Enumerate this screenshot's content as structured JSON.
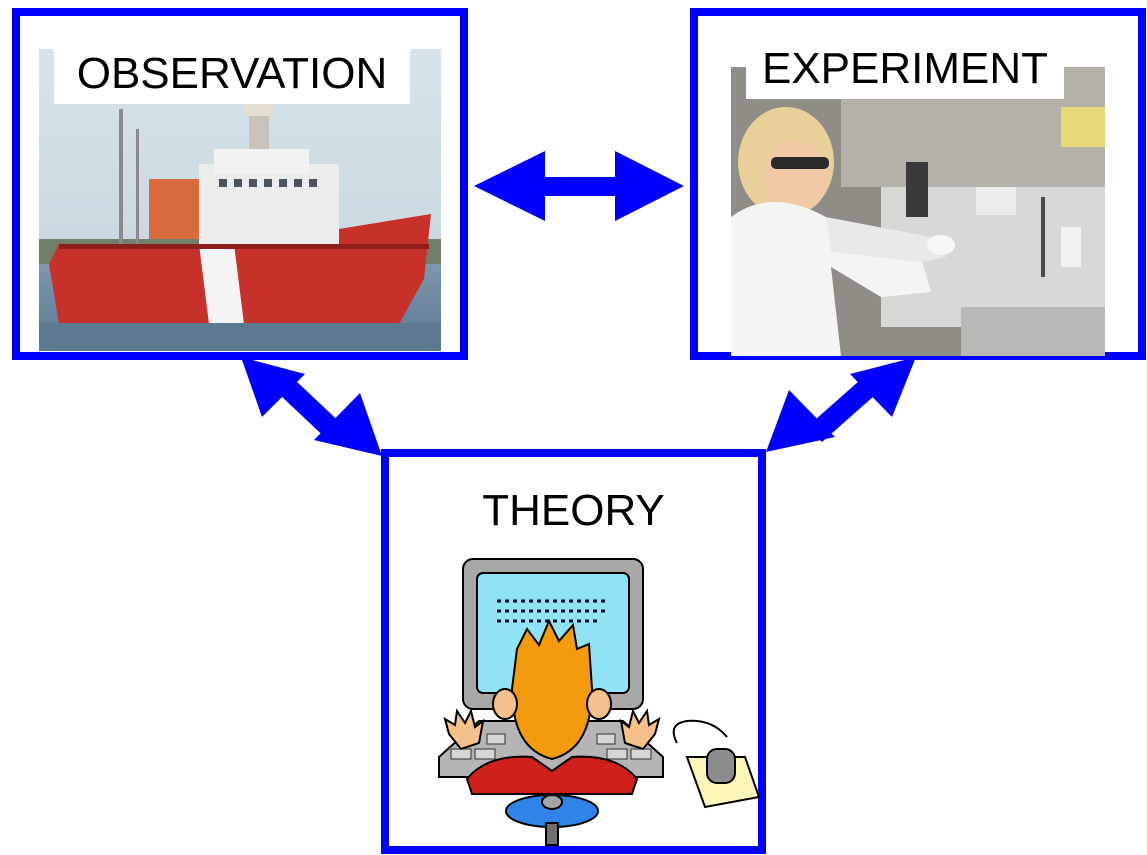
{
  "diagram": {
    "nodes": {
      "observation": {
        "label": "OBSERVATION"
      },
      "experiment": {
        "label": "EXPERIMENT"
      },
      "theory": {
        "label": "THEORY"
      }
    },
    "edges": [
      {
        "from": "observation",
        "to": "experiment",
        "direction": "both"
      },
      {
        "from": "observation",
        "to": "theory",
        "direction": "both"
      },
      {
        "from": "experiment",
        "to": "theory",
        "direction": "both"
      }
    ],
    "colors": {
      "frame": "#0000ff",
      "arrow": "#0000ff"
    },
    "images": {
      "observation": "research-ship-photo",
      "experiment": "lab-scientist-photo",
      "theory": "person-at-computer-clipart"
    }
  }
}
